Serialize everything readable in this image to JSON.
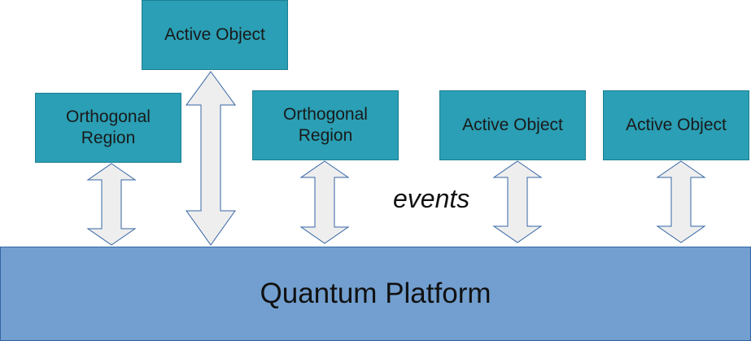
{
  "diagram": {
    "platform_label": "Quantum Platform",
    "events_label": "events",
    "boxes": [
      {
        "id": "box1",
        "label": "Orthogonal\nRegion"
      },
      {
        "id": "box2",
        "label": "Active Object"
      },
      {
        "id": "box3",
        "label": "Orthogonal\nRegion"
      },
      {
        "id": "box4",
        "label": "Active Object"
      },
      {
        "id": "box5",
        "label": "Active Object"
      }
    ],
    "colors": {
      "box_fill": "#2a9fb5",
      "platform_fill": "#729fcf",
      "arrow_fill": "#eeeeee",
      "arrow_stroke": "#3465a4"
    }
  }
}
